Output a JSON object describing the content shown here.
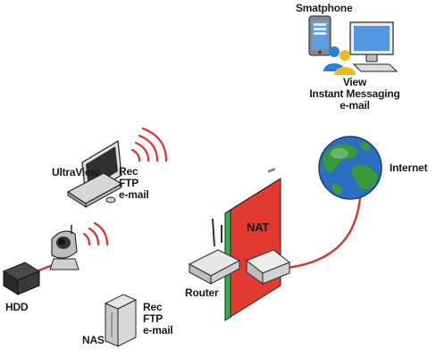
{
  "labels": {
    "smartphone": "Smatphone",
    "smartphone_services": [
      "View",
      "Instant Messaging",
      "e-mail"
    ],
    "internet": "Internet",
    "ultraview": "UltraView",
    "ultraview_services": [
      "Rec",
      "FTP",
      "e-mail"
    ],
    "nat": "NAT",
    "router": "Router",
    "hdd": "HDD",
    "nas": "NAS",
    "nas_services": [
      "Rec",
      "FTP",
      "e-mail"
    ]
  },
  "colors": {
    "link_line": "#e03030",
    "nat_red": "#e23a33",
    "nat_green": "#2db34a",
    "globe_ocean": "#2a6fc0",
    "globe_land": "#3a9a3a",
    "wifi_red": "#e03030",
    "device_grey": "#d8d8d8",
    "outline": "#2b2b2b"
  },
  "icons": [
    "smartphone-icon",
    "pc-monitor-icon",
    "user-icon",
    "globe-icon",
    "router-icon",
    "nat-firewall-icon",
    "modem-icon",
    "laptop-icon",
    "ip-camera-icon",
    "hdd-icon",
    "nas-icon",
    "wifi-signal-icon"
  ]
}
